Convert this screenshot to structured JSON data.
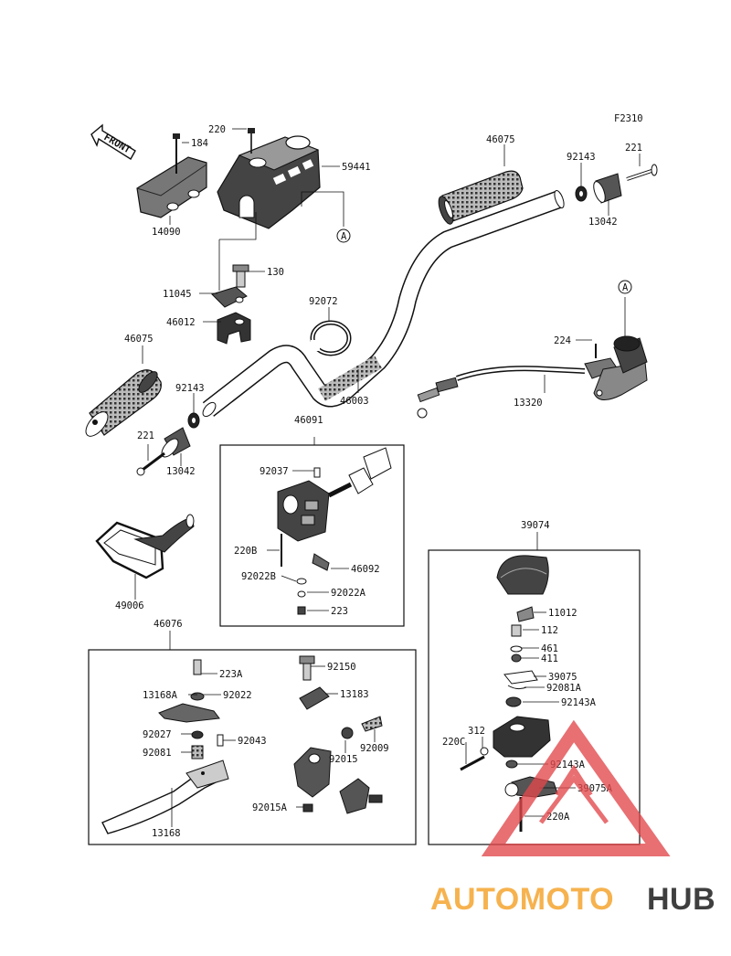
{
  "figure_code": "F2310",
  "front_label": "FRONT",
  "ref_marker": "A",
  "watermark": {
    "brand_a": "AUTOMOTO",
    "brand_b": "HUB",
    "color_orange": "#f6b24e",
    "color_red": "#e2474b",
    "color_gray": "#3f3f3f"
  },
  "parts": {
    "p220_top": "220",
    "p184": "184",
    "p59441": "59441",
    "p14090": "14090",
    "p130": "130",
    "p11045": "11045",
    "p46012": "46012",
    "p92072": "92072",
    "p46075_r": "46075",
    "p92143_r": "92143",
    "p221_r": "221",
    "p13042_r": "13042",
    "p224": "224",
    "p13320": "13320",
    "p46003": "46003",
    "p46075_l": "46075",
    "p92143_l": "92143",
    "p221_l": "221",
    "p13042_l": "13042",
    "p46091": "46091",
    "p92037": "92037",
    "p220B": "220B",
    "p46092": "46092",
    "p92022B": "92022B",
    "p92022A": "92022A",
    "p223": "223",
    "p49006": "49006",
    "p46076": "46076",
    "p223A": "223A",
    "p13168A": "13168A",
    "p92022": "92022",
    "p92027": "92027",
    "p92043": "92043",
    "p92081": "92081",
    "p13168": "13168",
    "p92150": "92150",
    "p13183": "13183",
    "p92009": "92009",
    "p92015": "92015",
    "p92015A": "92015A",
    "p39074": "39074",
    "p11012": "11012",
    "p112": "112",
    "p461": "461",
    "p411": "411",
    "p39075": "39075",
    "p92081A": "92081A",
    "p92143A_1": "92143A",
    "p312": "312",
    "p220C": "220C",
    "p92143A_2": "92143A",
    "p39075A": "39075A",
    "p220A": "220A"
  }
}
